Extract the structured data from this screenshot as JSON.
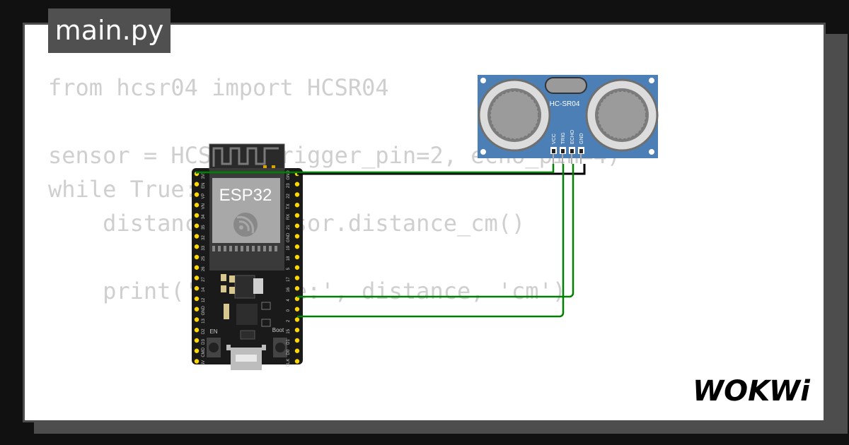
{
  "file_tab": {
    "label": "main.py"
  },
  "code": {
    "lines": [
      "from hcsr04 import HCSR04",
      "",
      "sensor = HCSR04(trigger_pin=2, echo_pin=4)",
      "while True:",
      "    distance = sensor.distance_cm()",
      "",
      "    print('Distance:', distance, 'cm')"
    ]
  },
  "board": {
    "label": "ESP32",
    "en_label": "EN",
    "boot_label": "Boot",
    "left_pins": [
      "3V3",
      "EN",
      "VP",
      "VN",
      "34",
      "35",
      "32",
      "33",
      "25",
      "26",
      "27",
      "14",
      "12",
      "GND",
      "13",
      "D2",
      "D3",
      "CMD",
      "5V"
    ],
    "right_pins": [
      "GND",
      "23",
      "22",
      "TX",
      "RX",
      "21",
      "GND",
      "19",
      "18",
      "5",
      "17",
      "16",
      "4",
      "0",
      "2",
      "15",
      "D1",
      "D0",
      "CLK"
    ]
  },
  "sensor": {
    "label": "HC-SR04",
    "pins": [
      "VCC",
      "TRIG",
      "ECHO",
      "GND"
    ]
  },
  "logo": {
    "text": "WOKWi"
  },
  "colors": {
    "background": "#111111",
    "card": "#ffffff",
    "tab": "#505050",
    "code_text": "#cfcfcf",
    "board": "#1a1a1a",
    "pin_yellow": "#ffd800",
    "sensor_blue": "#4c7fb5",
    "wire_green": "#008000",
    "wire_black": "#000000"
  }
}
